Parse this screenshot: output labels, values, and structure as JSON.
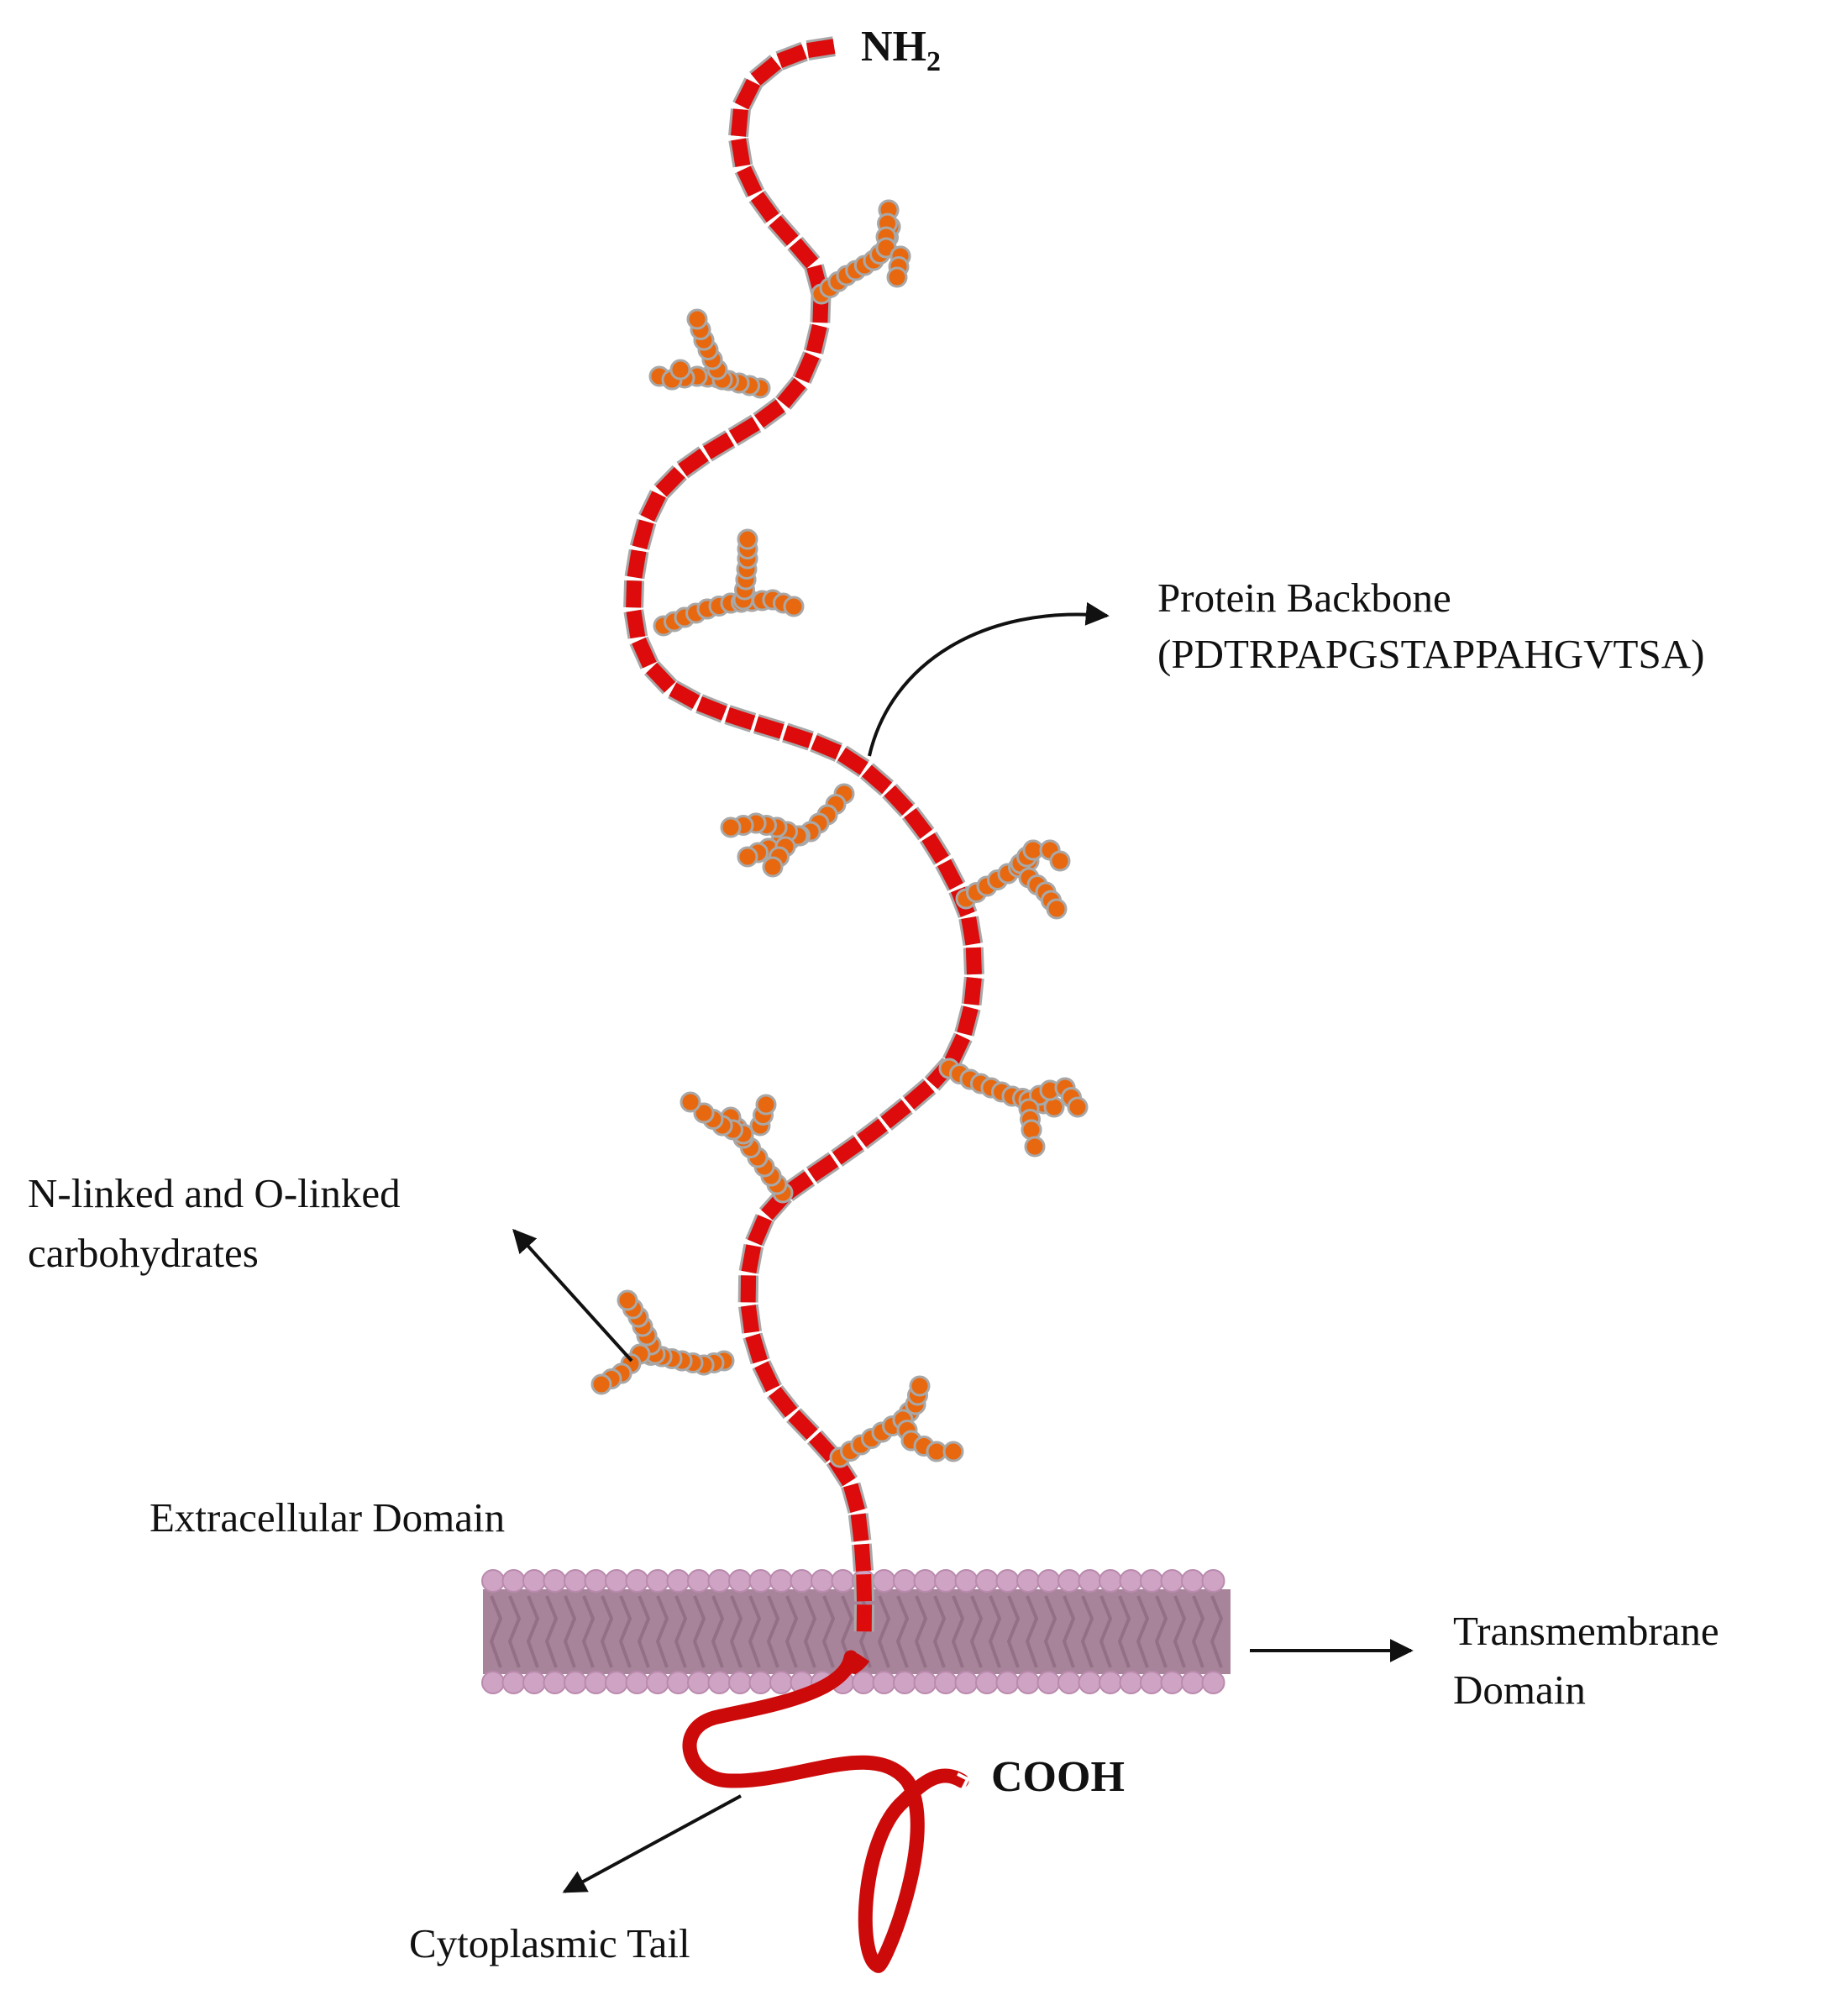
{
  "labels": {
    "n_terminus": "NH",
    "n_terminus_subscript": "2",
    "c_terminus": "COOH",
    "protein_backbone_title": "Protein Backbone",
    "protein_backbone_sequence": "(PDTRPAPGSTAPPAHGVTSA)",
    "carbohydrates_line1": "N-linked and O-linked",
    "carbohydrates_line2": "carbohydrates",
    "extracellular": "Extracellular Domain",
    "transmembrane_line1": "Transmembrane",
    "transmembrane_line2": "Domain",
    "cytoplasmic": "Cytoplasmic Tail"
  },
  "colors": {
    "backbone": "#dd0b0b",
    "segment_outline": "#a8a8a8",
    "tail": "#cc0a0a",
    "glycan_fill": "#e8680f",
    "glycan_outline": "#a8a8a8",
    "membrane_head": "#cfa3c3",
    "membrane_head_edge": "#b98aad",
    "membrane_core": "#a8849b",
    "membrane_core_stripe": "#937085",
    "arrow": "#111111",
    "text": "#111111"
  }
}
